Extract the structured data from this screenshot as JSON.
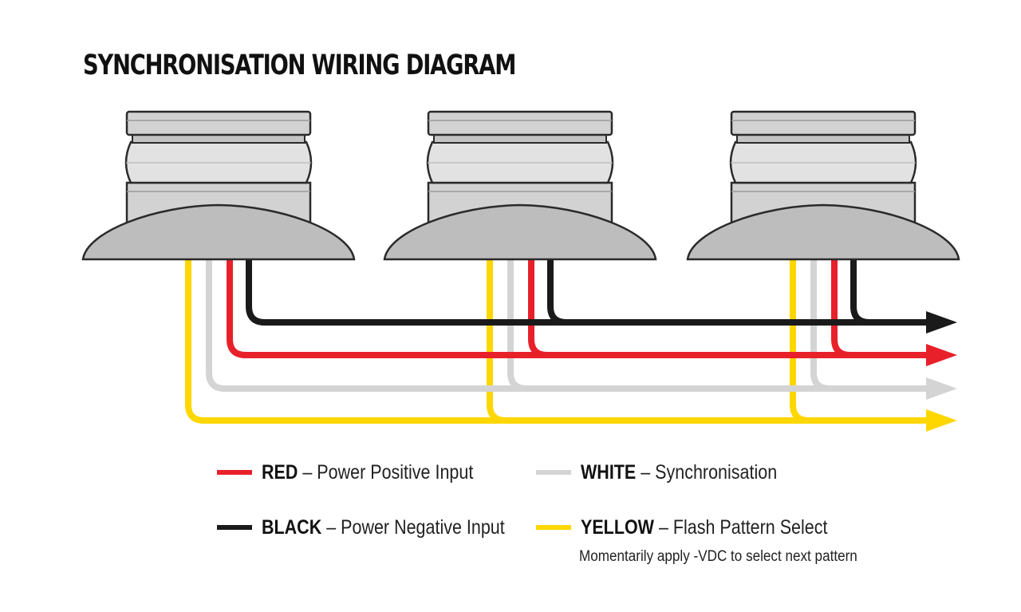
{
  "title": "SYNCHRONISATION WIRING DIAGRAM",
  "colors": {
    "red": "#e8202a",
    "black": "#1a1a1a",
    "white": "#d4d4d4",
    "yellow": "#ffd700",
    "light_body": "#d2d2d2",
    "light_outline": "#2a2a2a"
  },
  "lights_count": 3,
  "legend": [
    {
      "color": "red",
      "name": "RED",
      "separator": " – ",
      "description": "Power Positive Input"
    },
    {
      "color": "black",
      "name": "BLACK",
      "separator": " – ",
      "description": "Power Negative Input"
    },
    {
      "color": "white",
      "name": "WHITE",
      "separator": " – ",
      "description": "Synchronisation"
    },
    {
      "color": "yellow",
      "name": "YELLOW",
      "separator": " – ",
      "description": "Flash Pattern Select"
    }
  ],
  "note": "Momentarily apply -VDC to select next pattern"
}
